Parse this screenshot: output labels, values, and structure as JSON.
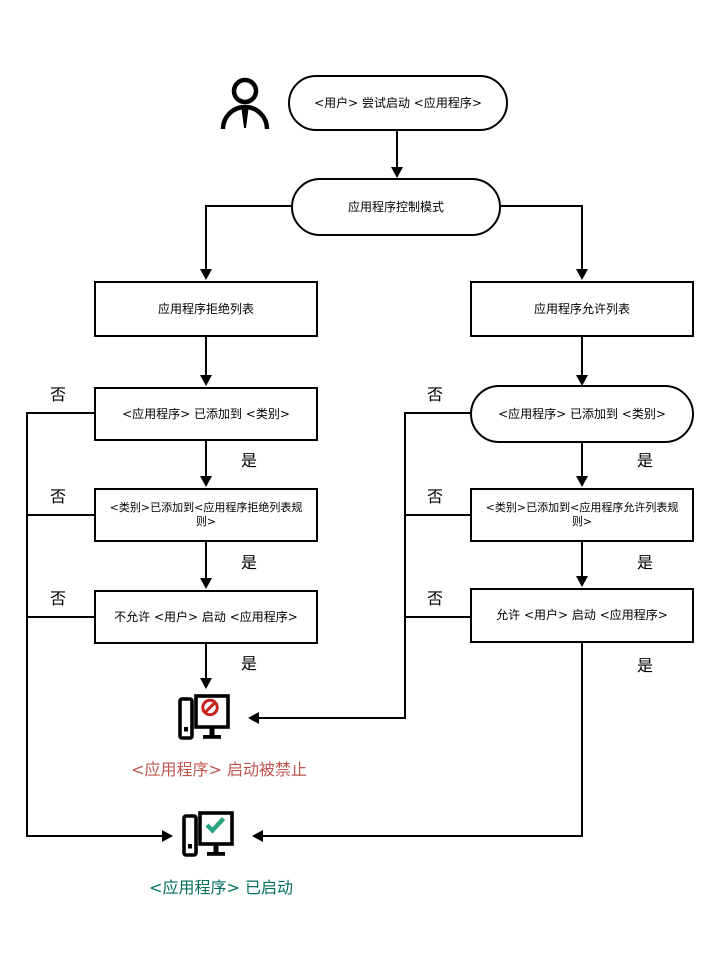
{
  "diagram": {
    "start": {
      "label": "<用户> 尝试启动 <应用程序>"
    },
    "mode": {
      "label": "应用程序控制模式"
    },
    "left_branch": {
      "title": "应用程序拒绝列表",
      "step1": "<应用程序> 已添加到 <类别>",
      "step2": "<类别>已添加到<应用程序拒绝列表规则>",
      "step3": "不允许 <用户> 启动 <应用程序>",
      "result": "<应用程序> 启动被禁止"
    },
    "right_branch": {
      "title": "应用程序允许列表",
      "step1": "<应用程序> 已添加到 <类别>",
      "step2": "<类别>已添加到<应用程序允许列表规则>",
      "step3": "允许 <用户> 启动 <应用程序>",
      "result": "<应用程序> 已启动"
    },
    "labels": {
      "no": "否",
      "yes": "是"
    },
    "colors": {
      "line": "#000000",
      "blocked_text": "#be554e",
      "started_text": "#00705c",
      "prohibition_icon": "#c8231f",
      "check_icon": "#2aa47e"
    }
  }
}
